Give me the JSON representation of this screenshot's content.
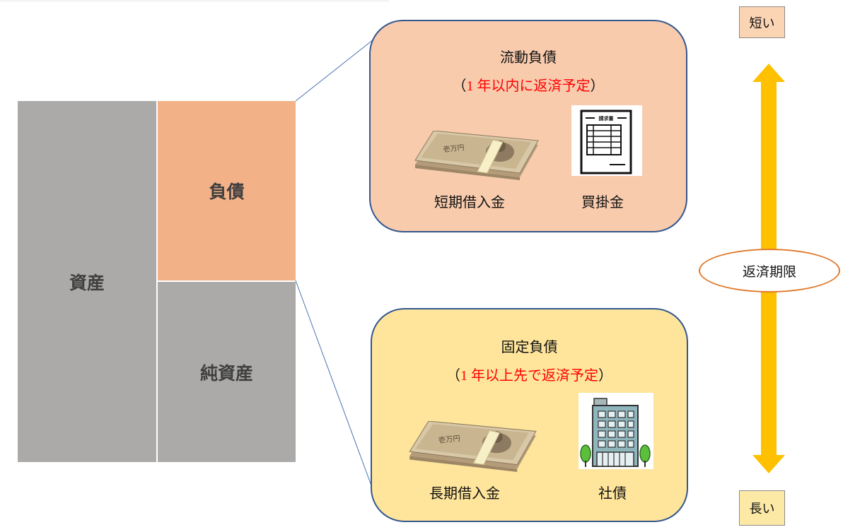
{
  "balance_sheet": {
    "asset_label": "資産",
    "liability_label": "負債",
    "net_assets_label": "純資産"
  },
  "current_liabilities": {
    "title": "流動負債",
    "subtitle_open": "（",
    "subtitle_red": "1 年以内に返済予定",
    "subtitle_close": "）",
    "items": [
      "短期借入金",
      "買掛金"
    ],
    "invoice_header": "請求書",
    "bill_text": "壱万円",
    "panel_color": "#f8cbad"
  },
  "fixed_liabilities": {
    "title": "固定負債",
    "subtitle_open": "（",
    "subtitle_red": "1 年以上先で返済予定",
    "subtitle_close": "）",
    "items": [
      "長期借入金",
      "社債"
    ],
    "bill_text": "壱万円",
    "panel_color": "#fee59b"
  },
  "timeline": {
    "top_label": "短い",
    "bottom_label": "長い",
    "center_label": "返済期限",
    "arrow_color": "#ffc000"
  },
  "colors": {
    "block_gray": "#acaaa9",
    "liability_orange": "#f3b187",
    "panel_border": "#34578f",
    "red_text": "#ff0000"
  }
}
